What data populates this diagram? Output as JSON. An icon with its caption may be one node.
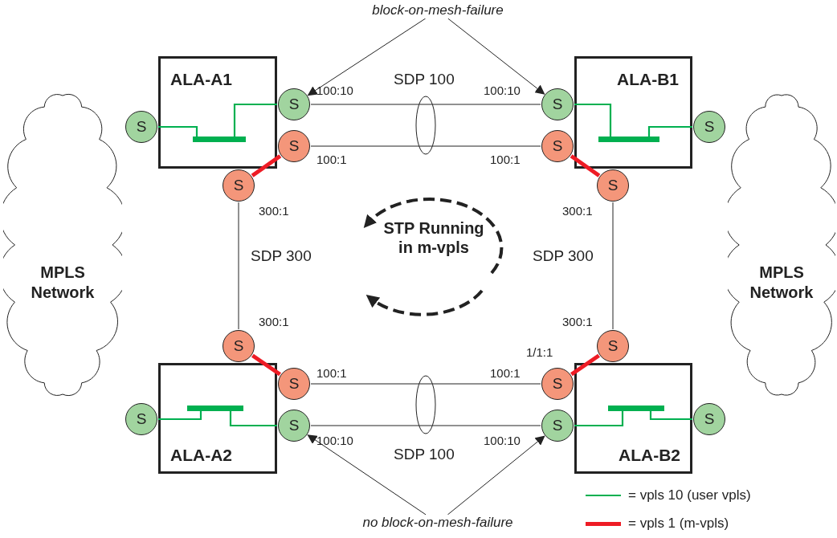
{
  "diagram": {
    "nodes": [
      {
        "text": [
          "block-on-mesh-failure"
        ]
      },
      {
        "text": [
          "ALA-A1"
        ]
      },
      {
        "text": [
          "S"
        ]
      },
      {
        "text": [],
        "shape": "bar",
        "in": 1
      },
      {
        "text": [
          "S"
        ]
      },
      {
        "text": [
          "S"
        ]
      },
      {
        "text": [
          "S"
        ]
      },
      {
        "text": [
          "ALA-B1"
        ]
      },
      {
        "text": [
          "S"
        ]
      },
      {
        "text": [
          "S"
        ]
      },
      {
        "text": [],
        "shape": "bar",
        "in": 7
      },
      {
        "text": [
          "S"
        ]
      },
      {
        "text": [
          "S"
        ]
      },
      {
        "text": [
          "MPLS Network"
        ]
      },
      {
        "text": [
          "MPLS Network"
        ]
      },
      {
        "text": [
          "ALA-A2"
        ]
      },
      {
        "text": [
          "S"
        ]
      },
      {
        "text": [
          "S"
        ]
      },
      {
        "text": [
          "S"
        ]
      },
      {
        "text": [],
        "shape": "bar",
        "in": 15
      },
      {
        "text": [
          "S"
        ]
      },
      {
        "text": [
          "ALA-B2"
        ]
      },
      {
        "text": [
          "S"
        ]
      },
      {
        "text": [
          "S"
        ]
      },
      {
        "text": [
          "S"
        ]
      },
      {
        "text": [],
        "shape": "bar",
        "in": 21
      },
      {
        "text": [
          "S"
        ]
      },
      {
        "text": [
          "no block-on-mesh-failure"
        ]
      }
    ],
    "edges": [
      {
        "from": 0,
        "to": 4,
        "arrow": "to"
      },
      {
        "from": 0,
        "to": 8,
        "arrow": "to"
      },
      {
        "from": 2,
        "to": 3,
        "arrow": "none",
        "color": "#00b050"
      },
      {
        "from": 4,
        "to": 3,
        "arrow": "none",
        "color": "#00b050"
      },
      {
        "from": 4,
        "to": 8,
        "arrow": "none"
      },
      {
        "from": 5,
        "to": 9,
        "arrow": "none"
      },
      {
        "from": 5,
        "to": 6,
        "arrow": "none",
        "style": "thick",
        "color": "#ee1c25"
      },
      {
        "from": 8,
        "to": 10,
        "arrow": "none",
        "color": "#00b050"
      },
      {
        "from": 10,
        "to": 11,
        "arrow": "none",
        "color": "#00b050"
      },
      {
        "from": 9,
        "to": 12,
        "arrow": "none",
        "style": "thick",
        "color": "#ee1c25"
      },
      {
        "from": 6,
        "to": 16,
        "arrow": "none"
      },
      {
        "from": 12,
        "to": 22,
        "arrow": "none"
      },
      {
        "from": 16,
        "to": 17,
        "arrow": "none",
        "style": "thick",
        "color": "#ee1c25"
      },
      {
        "from": 17,
        "to": 23,
        "arrow": "none"
      },
      {
        "from": 18,
        "to": 19,
        "arrow": "none",
        "color": "#00b050"
      },
      {
        "from": 19,
        "to": 20,
        "arrow": "none",
        "color": "#00b050"
      },
      {
        "from": 20,
        "to": 24,
        "arrow": "none"
      },
      {
        "from": 22,
        "to": 23,
        "arrow": "none",
        "style": "thick",
        "color": "#ee1c25"
      },
      {
        "from": 24,
        "to": 25,
        "arrow": "none",
        "color": "#00b050"
      },
      {
        "from": 25,
        "to": 26,
        "arrow": "none",
        "color": "#00b050"
      },
      {
        "from": 27,
        "to": 20,
        "arrow": "to"
      },
      {
        "from": 27,
        "to": 24,
        "arrow": "to"
      }
    ],
    "labels": [
      "SDP 100",
      "100:10",
      "100:10",
      "100:1",
      "100:1",
      "300:1",
      "300:1",
      "STP Running in m-vpls",
      "SDP 300",
      "SDP 300",
      "300:1",
      "300:1",
      "1/1:1",
      "100:1",
      "100:1",
      "100:10",
      "100:10",
      "SDP 100"
    ],
    "legend": [
      {
        "text": "= vpls 10 (user vpls)"
      },
      {
        "text": "= vpls 1 (m-vpls)"
      }
    ]
  }
}
